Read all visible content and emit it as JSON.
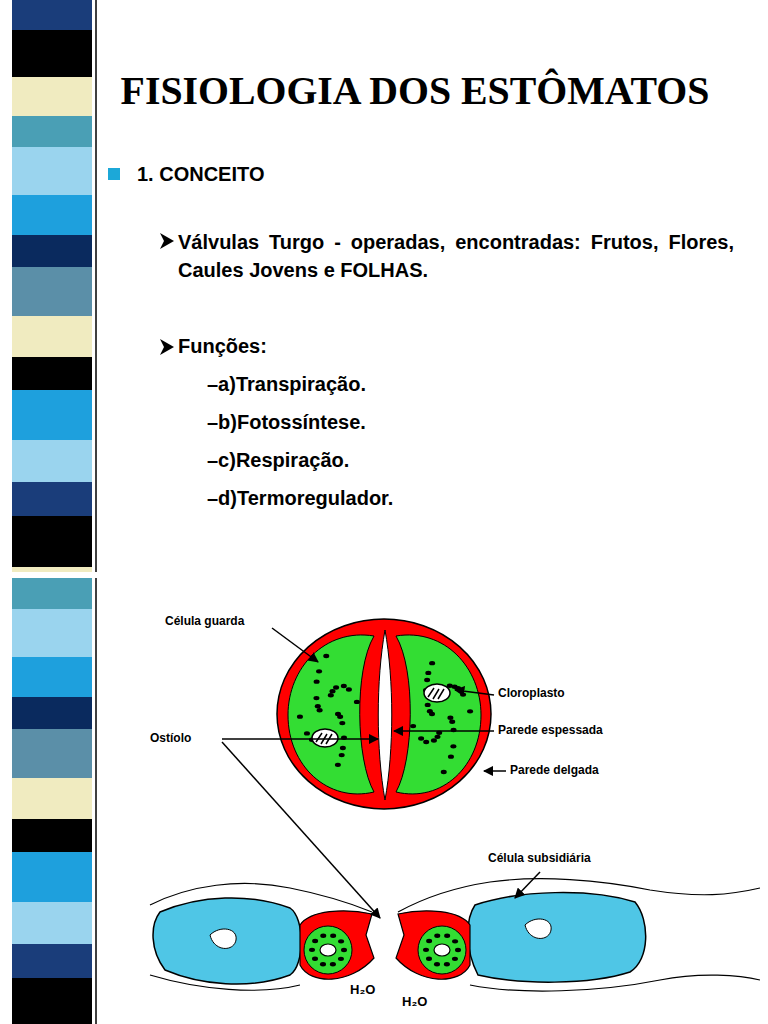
{
  "diagram": {
    "title": "FISIOLOGIA DOS ESTÔMATOS",
    "labels": [
      "1. CONCEITO",
      "Válvulas Turgo - operadas, encontradas: Frutos, Flores, Caules Jovens e FOLHAS.",
      "Funções:",
      "–a)Transpiração.",
      "–b)Fotossíntese.",
      "–c)Respiração.",
      "–d)Termoregulador.",
      "Célula guarda",
      "Cloroplasto",
      "Ostíolo",
      "Parede espessada",
      "Parede delgada",
      "Célula subsidiária",
      "H₂O",
      "H₂O"
    ]
  }
}
